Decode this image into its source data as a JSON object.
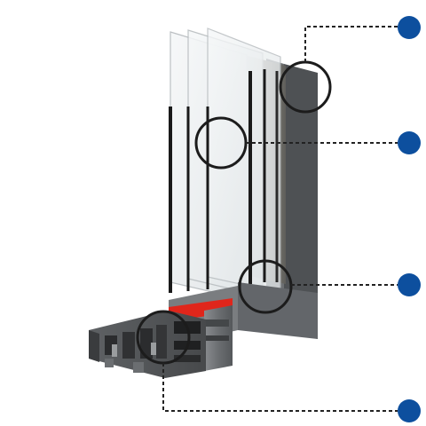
{
  "diagram": {
    "subject": "window-frame-profile-cross-section",
    "colors": {
      "background": "#ffffff",
      "callout_dot": "#0d4f9e",
      "leader_line": "#222222",
      "aluminium_dark": "#55585b",
      "aluminium_mid": "#74777a",
      "aluminium_light": "#9a9d9f",
      "glass": "#eef1f2",
      "spacer_black": "#1a1a1a",
      "gasket_red": "#e0261b",
      "magnifier_ring": "#1c1c1c"
    },
    "callouts": [
      {
        "id": "callout-1",
        "icon": "dot-icon"
      },
      {
        "id": "callout-2",
        "icon": "dot-icon"
      },
      {
        "id": "callout-3",
        "icon": "dot-icon"
      },
      {
        "id": "callout-4",
        "icon": "dot-icon"
      }
    ],
    "glazing_layers": 3
  }
}
